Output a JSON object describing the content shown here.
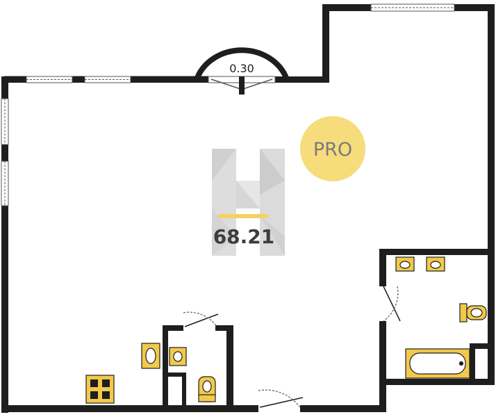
{
  "plan": {
    "area": "68.21",
    "extension": "0.30",
    "badge": "PRO"
  },
  "colors": {
    "wall": "#1e1e1e",
    "fixture": "#f2c94c",
    "badge": "#f7dc7c",
    "logo_light": "#d8d8d8",
    "logo_dark": "#bdbdbd",
    "logo_accent": "#f2c94c"
  },
  "icons": [
    "sink-icon",
    "toilet-icon",
    "bathtub-icon",
    "stove-icon",
    "door-icon",
    "window-icon",
    "logo-icon"
  ]
}
